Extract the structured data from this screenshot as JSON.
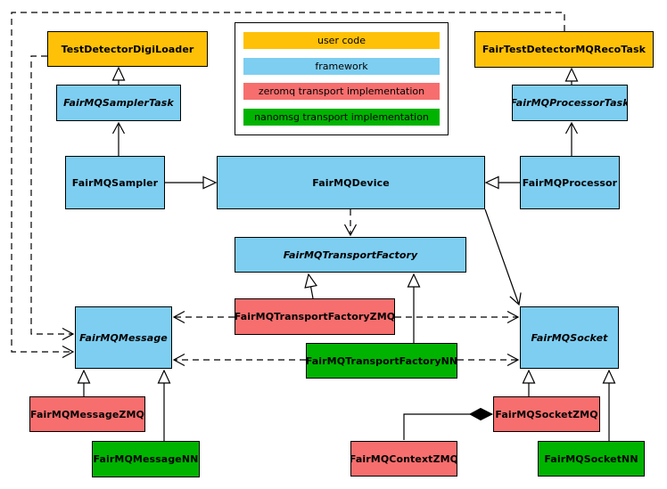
{
  "colors": {
    "user_code": "#FFC107",
    "framework": "#7DCEF1",
    "zeromq": "#F76E6E",
    "nanomsg": "#00B300"
  },
  "legend": {
    "items": [
      {
        "label": "user code",
        "category": "user_code"
      },
      {
        "label": "framework",
        "category": "framework"
      },
      {
        "label": "zeromq transport implementation",
        "category": "zeromq"
      },
      {
        "label": "nanomsg transport implementation",
        "category": "nanomsg"
      }
    ]
  },
  "nodes": {
    "testDetectorDigiLoader": {
      "label": "TestDetectorDigiLoader",
      "category": "user_code",
      "abstract": false
    },
    "fairTestDetectorMQRecoTask": {
      "label": "FairTestDetectorMQRecoTask",
      "category": "user_code",
      "abstract": false
    },
    "fairMQSamplerTask": {
      "label": "FairMQSamplerTask",
      "category": "framework",
      "abstract": true
    },
    "fairMQProcessorTask": {
      "label": "FairMQProcessorTask",
      "category": "framework",
      "abstract": true
    },
    "fairMQSampler": {
      "label": "FairMQSampler",
      "category": "framework",
      "abstract": false
    },
    "fairMQDevice": {
      "label": "FairMQDevice",
      "category": "framework",
      "abstract": false
    },
    "fairMQProcessor": {
      "label": "FairMQProcessor",
      "category": "framework",
      "abstract": false
    },
    "fairMQTransportFactory": {
      "label": "FairMQTransportFactory",
      "category": "framework",
      "abstract": true
    },
    "fairMQTransportFactoryZMQ": {
      "label": "FairMQTransportFactoryZMQ",
      "category": "zeromq",
      "abstract": false
    },
    "fairMQTransportFactoryNN": {
      "label": "FairMQTransportFactoryNN",
      "category": "nanomsg",
      "abstract": false
    },
    "fairMQMessage": {
      "label": "FairMQMessage",
      "category": "framework",
      "abstract": true
    },
    "fairMQSocket": {
      "label": "FairMQSocket",
      "category": "framework",
      "abstract": true
    },
    "fairMQMessageZMQ": {
      "label": "FairMQMessageZMQ",
      "category": "zeromq",
      "abstract": false
    },
    "fairMQMessageNN": {
      "label": "FairMQMessageNN",
      "category": "nanomsg",
      "abstract": false
    },
    "fairMQContextZMQ": {
      "label": "FairMQContextZMQ",
      "category": "zeromq",
      "abstract": false
    },
    "fairMQSocketZMQ": {
      "label": "FairMQSocketZMQ",
      "category": "zeromq",
      "abstract": false
    },
    "fairMQSocketNN": {
      "label": "FairMQSocketNN",
      "category": "nanomsg",
      "abstract": false
    }
  },
  "edges": [
    {
      "from": "fairMQSamplerTask",
      "to": "testDetectorDigiLoader",
      "type": "generalization"
    },
    {
      "from": "fairMQSampler",
      "to": "fairMQSamplerTask",
      "type": "association-arrow"
    },
    {
      "from": "fairMQSampler",
      "to": "fairMQDevice",
      "type": "generalization"
    },
    {
      "from": "fairMQProcessor",
      "to": "fairMQDevice",
      "type": "generalization"
    },
    {
      "from": "fairMQProcessor",
      "to": "fairMQProcessorTask",
      "type": "association-arrow"
    },
    {
      "from": "fairMQProcessorTask",
      "to": "fairTestDetectorMQRecoTask",
      "type": "generalization"
    },
    {
      "from": "fairMQDevice",
      "to": "fairMQTransportFactory",
      "type": "dependency-dashed"
    },
    {
      "from": "fairMQDevice",
      "to": "fairMQSocket",
      "type": "association-arrow"
    },
    {
      "from": "fairMQTransportFactoryZMQ",
      "to": "fairMQTransportFactory",
      "type": "generalization"
    },
    {
      "from": "fairMQTransportFactoryNN",
      "to": "fairMQTransportFactory",
      "type": "generalization"
    },
    {
      "from": "fairMQTransportFactoryZMQ",
      "to": "fairMQMessage",
      "type": "dependency-dashed"
    },
    {
      "from": "fairMQTransportFactoryZMQ",
      "to": "fairMQSocket",
      "type": "dependency-dashed"
    },
    {
      "from": "fairMQTransportFactoryNN",
      "to": "fairMQMessage",
      "type": "dependency-dashed"
    },
    {
      "from": "fairMQTransportFactoryNN",
      "to": "fairMQSocket",
      "type": "dependency-dashed"
    },
    {
      "from": "testDetectorDigiLoader",
      "to": "fairMQMessage",
      "type": "dependency-dashed"
    },
    {
      "from": "fairTestDetectorMQRecoTask",
      "to": "fairMQMessage",
      "type": "dependency-dashed"
    },
    {
      "from": "fairMQMessageZMQ",
      "to": "fairMQMessage",
      "type": "generalization"
    },
    {
      "from": "fairMQMessageNN",
      "to": "fairMQMessage",
      "type": "generalization"
    },
    {
      "from": "fairMQSocketZMQ",
      "to": "fairMQSocket",
      "type": "generalization"
    },
    {
      "from": "fairMQSocketNN",
      "to": "fairMQSocket",
      "type": "generalization"
    },
    {
      "from": "fairMQContextZMQ",
      "to": "fairMQSocketZMQ",
      "type": "composition"
    }
  ]
}
